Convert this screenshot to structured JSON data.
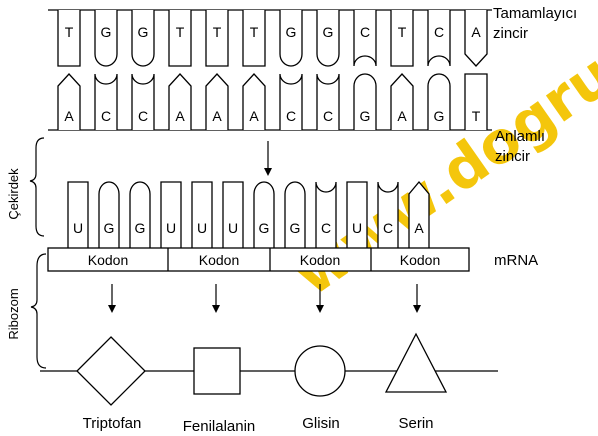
{
  "labels": {
    "tamamlayici_1": "Tamamlayıcı",
    "tamamlayici_2": "zincir",
    "anlamli_1": "Anlamlı",
    "anlamli_2": "zincir",
    "mrna": "mRNA",
    "cekirdek": "Çekirdek",
    "ribozom": "Ribozom",
    "watermark": "www.dogru"
  },
  "template_strand": [
    "T",
    "G",
    "G",
    "T",
    "T",
    "T",
    "G",
    "G",
    "C",
    "T",
    "C",
    "A"
  ],
  "coding_strand": [
    "A",
    "C",
    "C",
    "A",
    "A",
    "A",
    "C",
    "C",
    "G",
    "A",
    "G",
    "T"
  ],
  "mrna_bases": [
    "U",
    "G",
    "G",
    "U",
    "U",
    "U",
    "G",
    "G",
    "C",
    "U",
    "C",
    "A"
  ],
  "codons": [
    "Kodon",
    "Kodon",
    "Kodon",
    "Kodon"
  ],
  "amino_acids": [
    "Triptofan",
    "Fenilalanin",
    "Glisin",
    "Serin"
  ]
}
